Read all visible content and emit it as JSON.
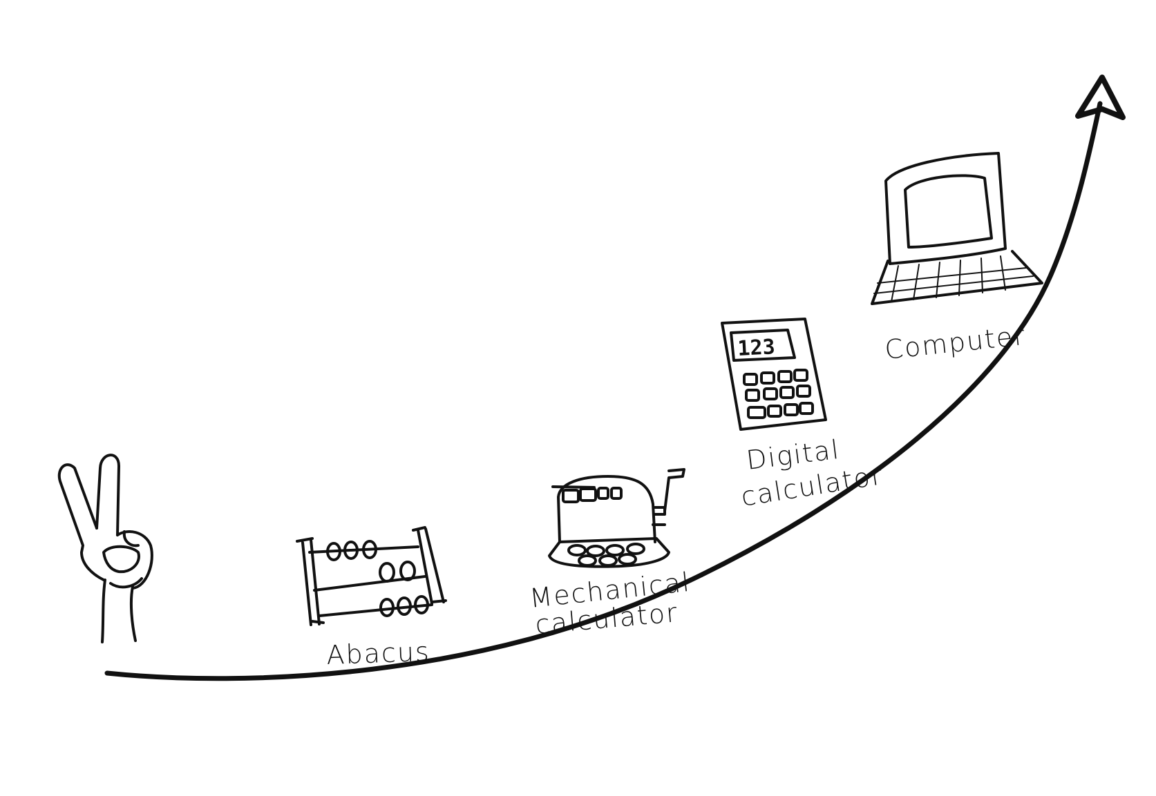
{
  "colors": {
    "ink": "#111111",
    "background": "#ffffff"
  },
  "icons": [
    "hand-fingers-icon",
    "abacus-icon",
    "mechanical-calculator-icon",
    "digital-calculator-icon",
    "computer-icon",
    "arrow-head-icon"
  ],
  "stages": [
    {
      "id": "fingers",
      "label": ""
    },
    {
      "id": "abacus",
      "label": "Abacus"
    },
    {
      "id": "mechanical",
      "label_line1": "Mechanical",
      "label_line2": "calculator"
    },
    {
      "id": "digital",
      "label_line1": "Digital",
      "label_line2": "calculator",
      "screen_text": "123"
    },
    {
      "id": "computer",
      "label": "Computer"
    }
  ]
}
